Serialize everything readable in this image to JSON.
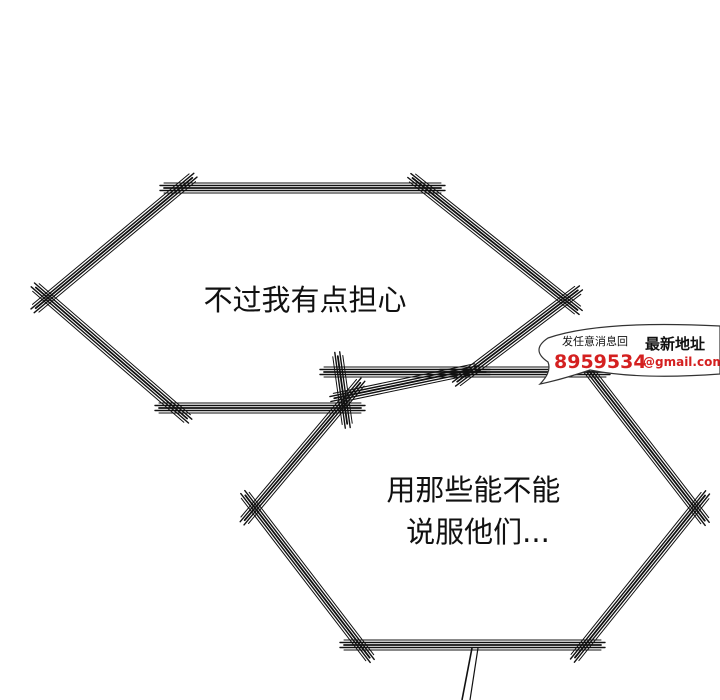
{
  "bubbles": [
    {
      "lines": [
        "不过我有点担心"
      ]
    },
    {
      "lines": [
        "用那些能不能",
        "说服他们..."
      ]
    }
  ],
  "watermark": {
    "line1": "发任意消息回",
    "line2": "最新地址",
    "number": "8959534",
    "email": "@gmail.com"
  },
  "colors": {
    "ink": "#111111",
    "watermark_red": "#d42020"
  }
}
